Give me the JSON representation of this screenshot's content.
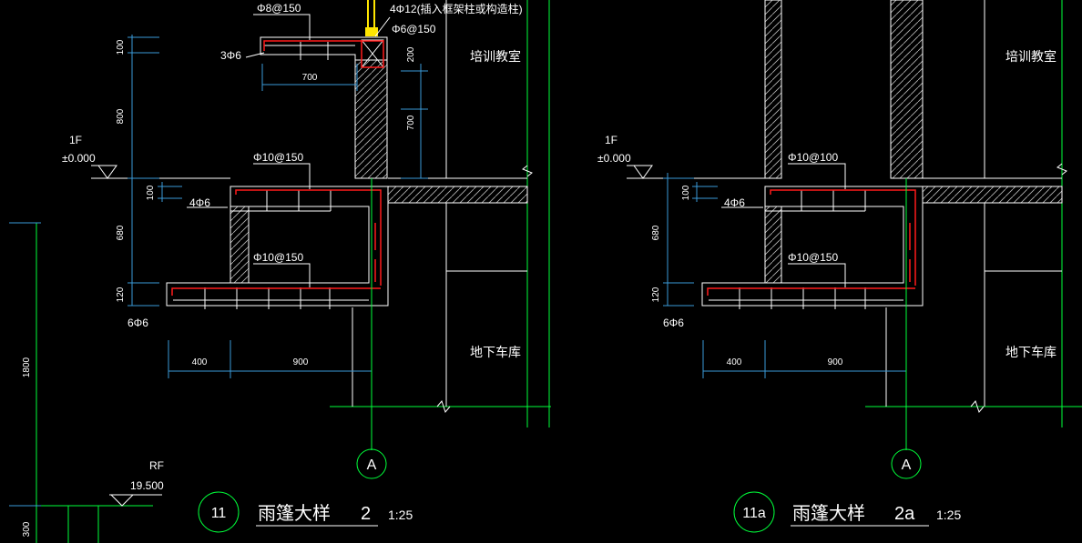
{
  "colors": {
    "background": "#000000",
    "outline": "#ffffff",
    "rebar": "#ff1a1a",
    "grid": "#00ff3a",
    "dimension": "#3a9ad9",
    "column_rebar": "#ffe600"
  },
  "detail_11": {
    "top_rebar": "Φ8@150",
    "column_rebar": "4Φ12(插入框架柱或构造柱)",
    "stirrup": "Φ6@150",
    "side_bars": "3Φ6",
    "room_upper": "培训教室",
    "room_lower": "地下车库",
    "level_name": "1F",
    "level_value": "±0.000",
    "beam_top_rebar": "Φ10@150",
    "beam_mid_bars": "4Φ6",
    "beam_bottom_rebar": "Φ10@150",
    "bottom_bars": "6Φ6",
    "dims": {
      "v100_top": "100",
      "v800": "800",
      "h700": "700",
      "v200": "200",
      "v700": "700",
      "v100_mid": "100",
      "v680": "680",
      "v120": "120",
      "h400": "400",
      "h900": "900",
      "v1800": "1800",
      "v300": "300"
    },
    "rf_name": "RF",
    "rf_value": "19.500",
    "axis": "A",
    "detail_no": "11",
    "title": "雨篷大样",
    "title_no": "2",
    "scale": "1:25"
  },
  "detail_11a": {
    "room_upper": "培训教室",
    "room_lower": "地下车库",
    "level_name": "1F",
    "level_value": "±0.000",
    "beam_top_rebar": "Φ10@100",
    "beam_mid_bars": "4Φ6",
    "beam_bottom_rebar": "Φ10@150",
    "bottom_bars": "6Φ6",
    "dims": {
      "v100_mid": "100",
      "v680": "680",
      "v120": "120",
      "h400": "400",
      "h900": "900"
    },
    "axis": "A",
    "detail_no": "11a",
    "title": "雨篷大样",
    "title_no": "2a",
    "scale": "1:25"
  }
}
